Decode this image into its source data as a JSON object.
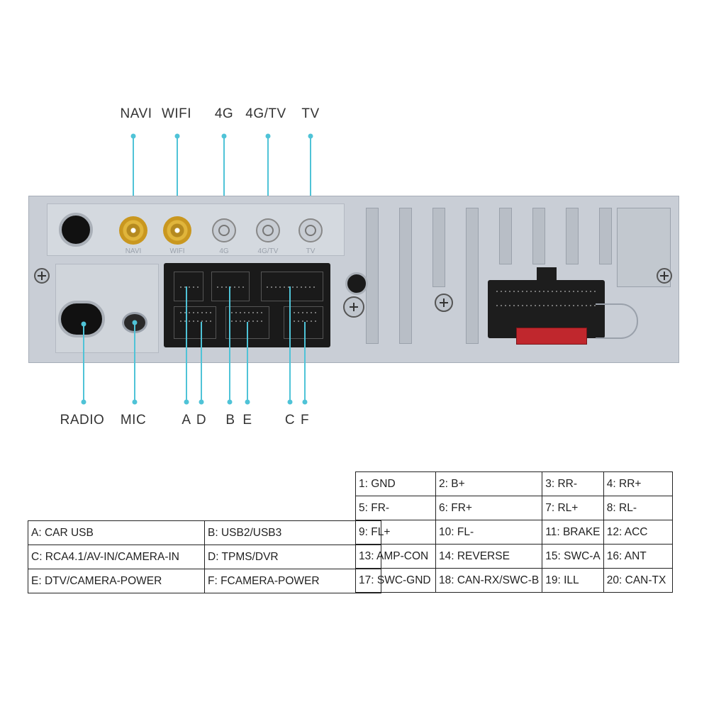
{
  "top_labels": [
    {
      "text": "NAVI"
    },
    {
      "text": "WIFI"
    },
    {
      "text": "4G"
    },
    {
      "text": "4G/TV"
    },
    {
      "text": "TV"
    }
  ],
  "port_small_labels": [
    "NAVI",
    "WIFI",
    "4G",
    "4G/TV",
    "TV"
  ],
  "bottom_labels": [
    "RADIO",
    "MIC",
    "A",
    "D",
    "B",
    "E",
    "C",
    "F"
  ],
  "legend": [
    [
      "A: CAR USB",
      "B: USB2/USB3"
    ],
    [
      "C: RCA4.1/AV-IN/CAMERA-IN",
      "D: TPMS/DVR"
    ],
    [
      "E: DTV/CAMERA-POWER",
      "F: FCAMERA-POWER"
    ]
  ],
  "pins": [
    [
      "1: GND",
      "2: B+",
      "3: RR-",
      "4: RR+"
    ],
    [
      "5: FR-",
      "6: FR+",
      "7: RL+",
      "8: RL-"
    ],
    [
      "9: FL+",
      "10: FL-",
      "11: BRAKE",
      "12: ACC"
    ],
    [
      "13: AMP-CON",
      "14: REVERSE",
      "15: SWC-A",
      "16: ANT"
    ],
    [
      "17: SWC-GND",
      "18: CAN-RX/SWC-B",
      "19: ILL",
      "20: CAN-TX"
    ]
  ],
  "colors": {
    "leader": "#4fc3d7",
    "fuse": "#c0272d",
    "panel": "#c9ced6"
  }
}
